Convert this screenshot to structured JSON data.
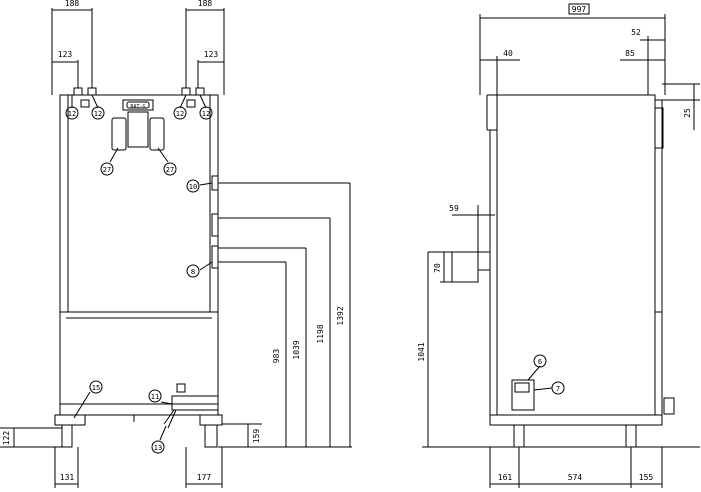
{
  "front_view": {
    "dims": {
      "top_left_188": "188",
      "top_left_123": "123",
      "top_right_188": "188",
      "top_right_123": "123",
      "h_983": "983",
      "h_1039": "1039",
      "h_1198": "1198",
      "h_1392": "1392",
      "left_122": "122",
      "right_159": "159",
      "bottom_131": "131",
      "bottom_177": "177"
    },
    "callouts": {
      "c12a": "12",
      "c12b": "12",
      "c12c": "12",
      "c12d": "12",
      "c27a": "27",
      "c27b": "27",
      "c10": "10",
      "c8": "8",
      "c15": "15",
      "c11": "11",
      "c13": "13"
    },
    "logo_text": "RAT-G"
  },
  "side_view": {
    "dims": {
      "total_997": "997",
      "d52": "52",
      "d40": "40",
      "d85": "85",
      "d25": "25",
      "d59": "59",
      "d70": "70",
      "d1041": "1041",
      "b161": "161",
      "b574": "574",
      "b155": "155"
    },
    "callouts": {
      "c6": "6",
      "c7": "7"
    }
  }
}
